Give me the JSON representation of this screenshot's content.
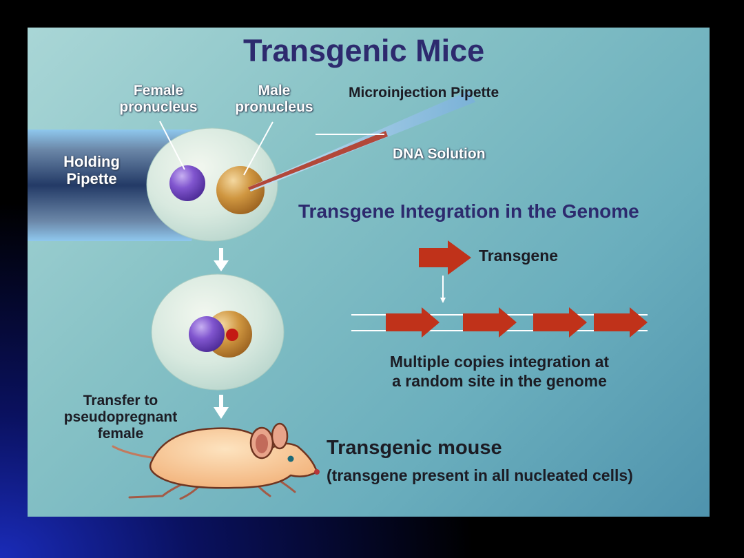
{
  "title": "Transgenic Mice",
  "labels": {
    "female_pronucleus": [
      "Female",
      "pronucleus"
    ],
    "male_pronucleus": [
      "Male",
      "pronucleus"
    ],
    "microinjection_pipette": "Microinjection Pipette",
    "dna_solution": "DNA Solution",
    "holding_pipette": [
      "Holding",
      "Pipette"
    ],
    "transfer": [
      "Transfer to",
      "pseudopregnant",
      "female"
    ]
  },
  "integration": {
    "heading": "Transgene Integration in the Genome",
    "transgene_label": "Transgene",
    "caption": [
      "Multiple copies integration at",
      "a random site in the genome"
    ]
  },
  "result": {
    "heading": "Transgenic mouse",
    "subheading": "(transgene present in all nucleated cells)"
  },
  "colors": {
    "title": "#2d2a6e",
    "female_pronucleus": "#7a52c8",
    "male_pronucleus": "#c8923a",
    "transgene_arrow": "#c0321a",
    "mouse_body": "#f6c18c"
  }
}
